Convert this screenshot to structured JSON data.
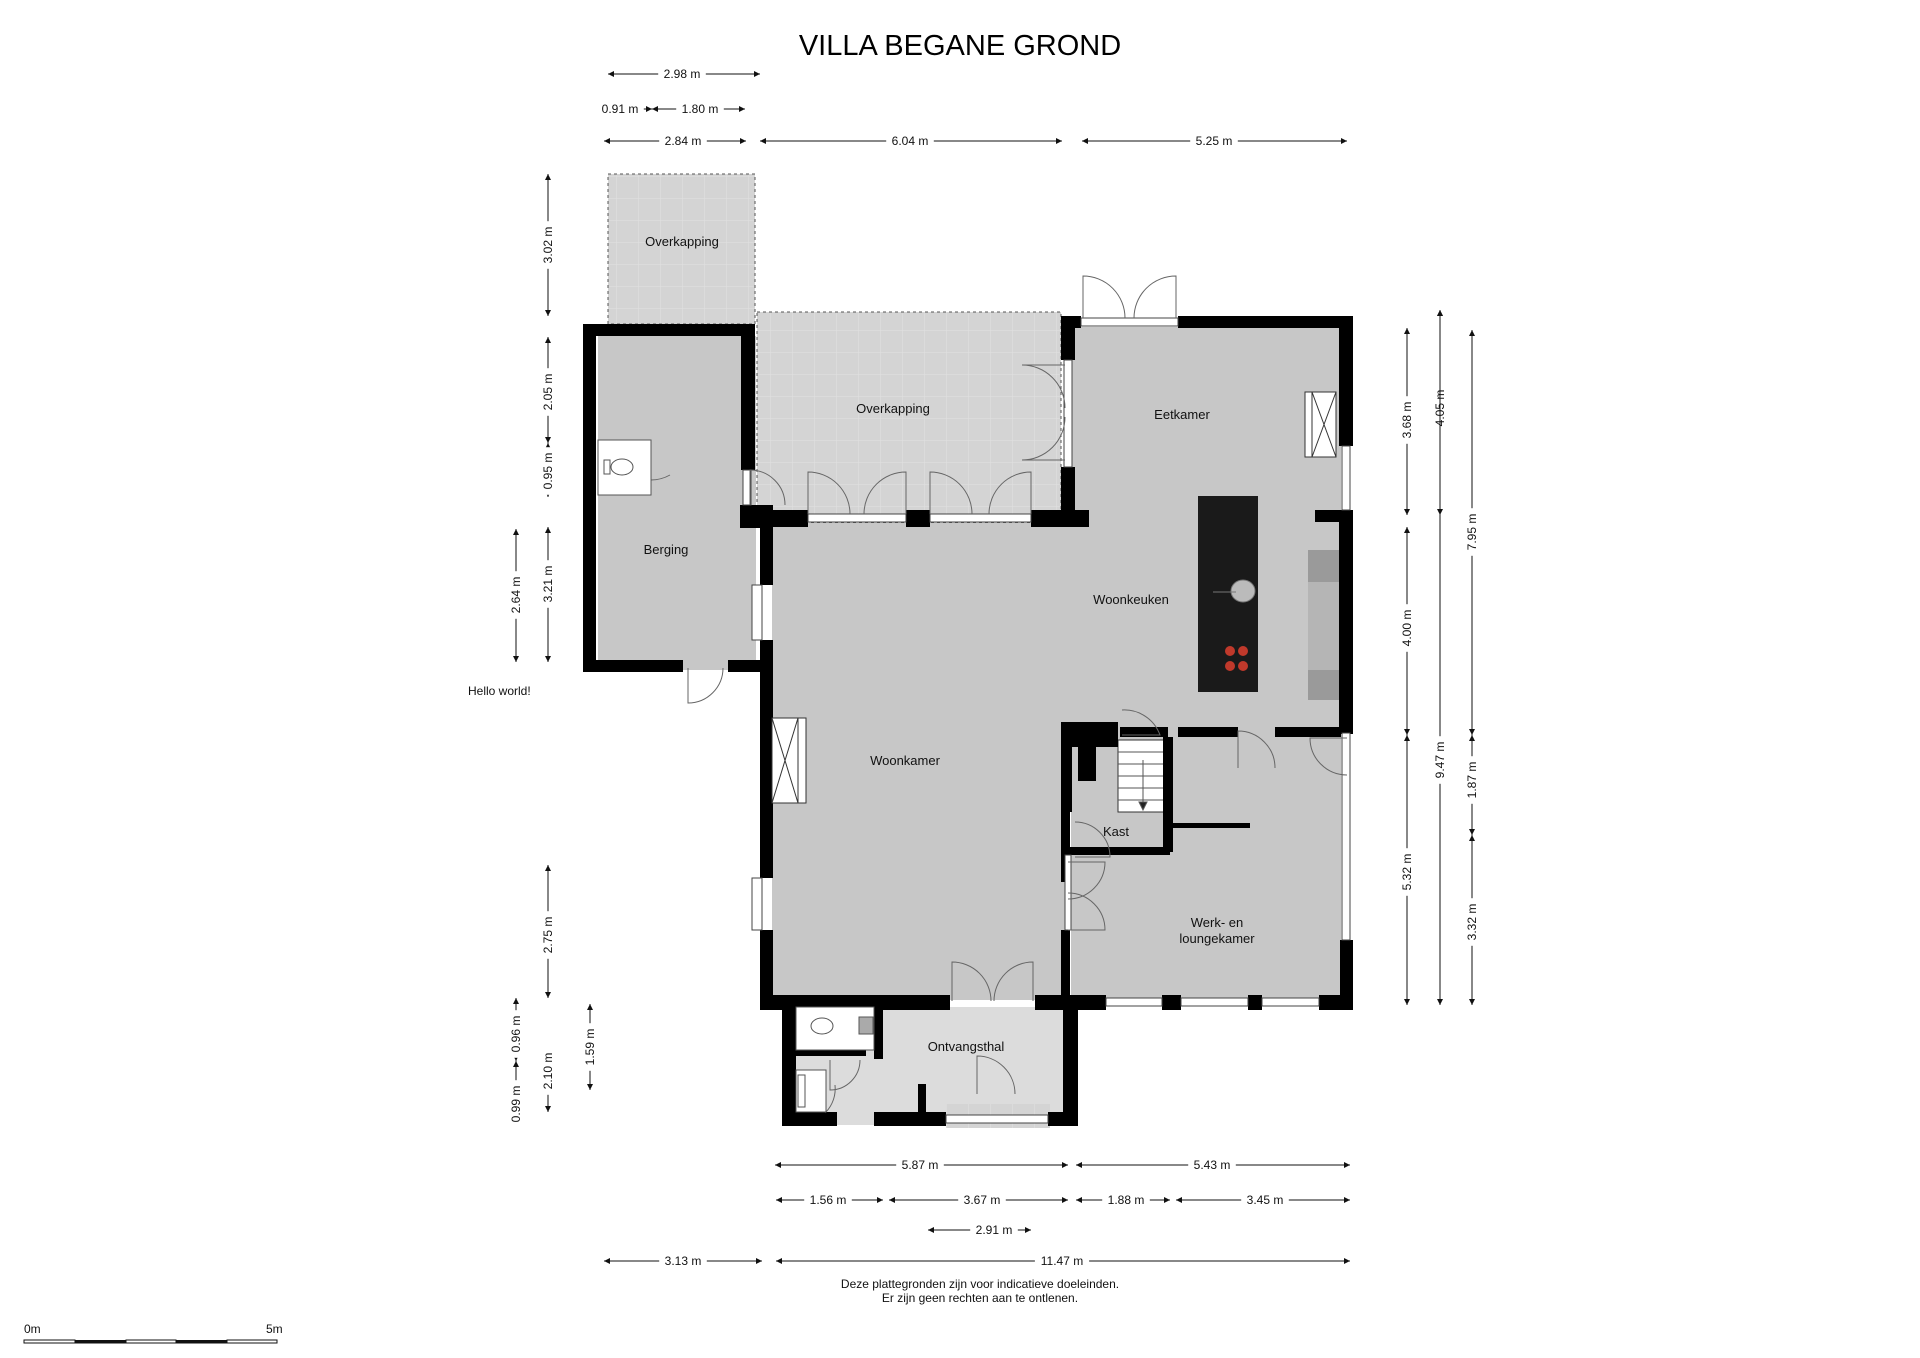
{
  "title": "VILLA BEGANE GROND",
  "rooms": {
    "overkapping_top": "Overkapping",
    "overkapping": "Overkapping",
    "eetkamer": "Eetkamer",
    "berging": "Berging",
    "woonkeuken": "Woonkeuken",
    "woonkamer": "Woonkamer",
    "kast": "Kast",
    "werk_line1": "Werk- en",
    "werk_line2": "loungekamer",
    "ontvangsthal": "Ontvangsthal"
  },
  "dimensions": {
    "top": [
      "2.98 m",
      "0.91 m",
      "1.80 m",
      "2.84 m",
      "6.04 m",
      "5.25 m"
    ],
    "left": [
      "3.02 m",
      "2.05 m",
      "0.95 m",
      "3.21 m",
      "2.64 m",
      "2.75 m",
      "2.10 m",
      "0.96 m",
      "0.99 m",
      "1.59 m"
    ],
    "right": [
      "3.68 m",
      "4.05 m",
      "7.95 m",
      "4.00 m",
      "9.47 m",
      "1.87 m",
      "5.32 m",
      "3.32 m"
    ],
    "bottom": [
      "5.87 m",
      "5.43 m",
      "1.56 m",
      "3.67 m",
      "1.88 m",
      "3.45 m",
      "2.91 m",
      "3.13 m",
      "11.47 m"
    ]
  },
  "annotation": "Hello world!",
  "disclaimer": {
    "line1": "Deze plattegronden zijn voor indicatieve doeleinden.",
    "line2": "Er zijn geen rechten aan te ontlenen."
  },
  "scale": {
    "start": "0m",
    "end": "5m"
  },
  "colors": {
    "wall": "#000000",
    "floor": "#c7c7c7",
    "terrace": "#d6d6d6",
    "hob": "#c0392b"
  }
}
